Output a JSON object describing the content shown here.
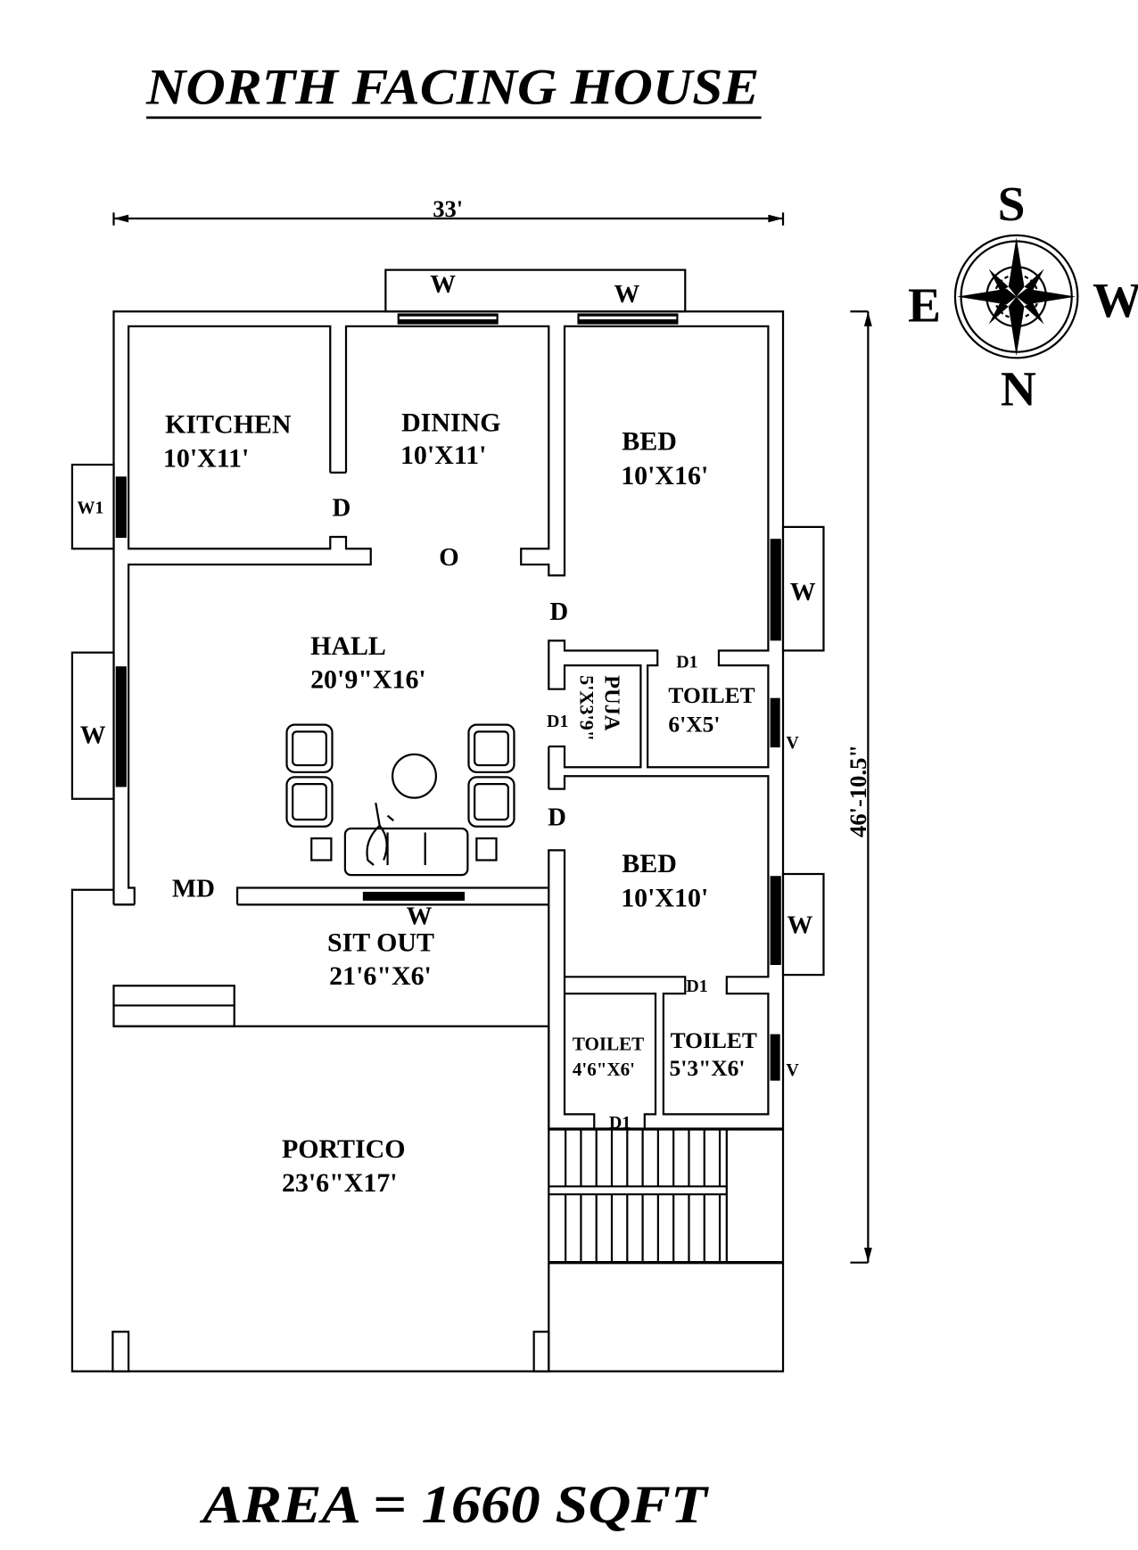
{
  "title": "NORTH FACING HOUSE",
  "area_label": "AREA = 1660 SQFT",
  "dimensions": {
    "width": "33'",
    "length": "46'-10.5\""
  },
  "compass": {
    "top": "S",
    "bottom": "N",
    "left": "E",
    "right": "W"
  },
  "rooms": {
    "kitchen": {
      "name": "KITCHEN",
      "size": "10'X11'"
    },
    "dining": {
      "name": "DINING",
      "size": "10'X11'"
    },
    "bed1": {
      "name": "BED",
      "size": "10'X16'"
    },
    "hall": {
      "name": "HALL",
      "size": "20'9\"X16'"
    },
    "puja": {
      "name": "PUJA",
      "size": "5'X3'9\""
    },
    "toilet1": {
      "name": "TOILET",
      "size": "6'X5'"
    },
    "bed2": {
      "name": "BED",
      "size": "10'X10'"
    },
    "sitout": {
      "name": "SIT OUT",
      "size": "21'6\"X6'"
    },
    "toilet2": {
      "name": "TOILET",
      "size": "4'6\"X6'"
    },
    "toilet3": {
      "name": "TOILET",
      "size": "5'3\"X6'"
    },
    "portico": {
      "name": "PORTICO",
      "size": "23'6\"X17'"
    }
  },
  "labels": {
    "window": "W",
    "window1": "W1",
    "door": "D",
    "door1": "D1",
    "main_door": "MD",
    "ventilator": "V",
    "opening": "O"
  }
}
